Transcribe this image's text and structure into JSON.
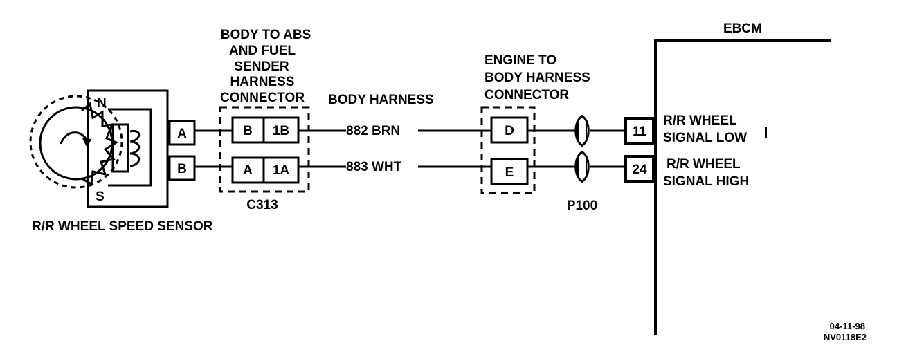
{
  "sensor": {
    "label": "R/R WHEEL SPEED SENSOR",
    "north": "N",
    "south": "S",
    "pins": [
      "A",
      "B"
    ]
  },
  "connector_c313": {
    "title_lines": [
      "BODY TO ABS",
      "AND FUEL",
      "SENDER",
      "HARNESS",
      "CONNECTOR"
    ],
    "name": "C313",
    "pins": [
      [
        "B",
        "1B"
      ],
      [
        "A",
        "1A"
      ]
    ]
  },
  "harness": {
    "label": "BODY HARNESS",
    "wires": [
      "882 BRN",
      "883 WHT"
    ]
  },
  "connector_engine_body": {
    "title_lines": [
      "ENGINE TO",
      "BODY HARNESS",
      "CONNECTOR"
    ],
    "pins": [
      "D",
      "E"
    ]
  },
  "connector_p100": {
    "name": "P100"
  },
  "ebcm": {
    "label": "EBCM",
    "pins": [
      "11",
      "24"
    ],
    "signals": [
      [
        "R/R WHEEL",
        "SIGNAL LOW"
      ],
      [
        "R/R WHEEL",
        "SIGNAL HIGH"
      ]
    ]
  },
  "footer": {
    "date": "04-11-98",
    "code": "NV0118E2"
  }
}
